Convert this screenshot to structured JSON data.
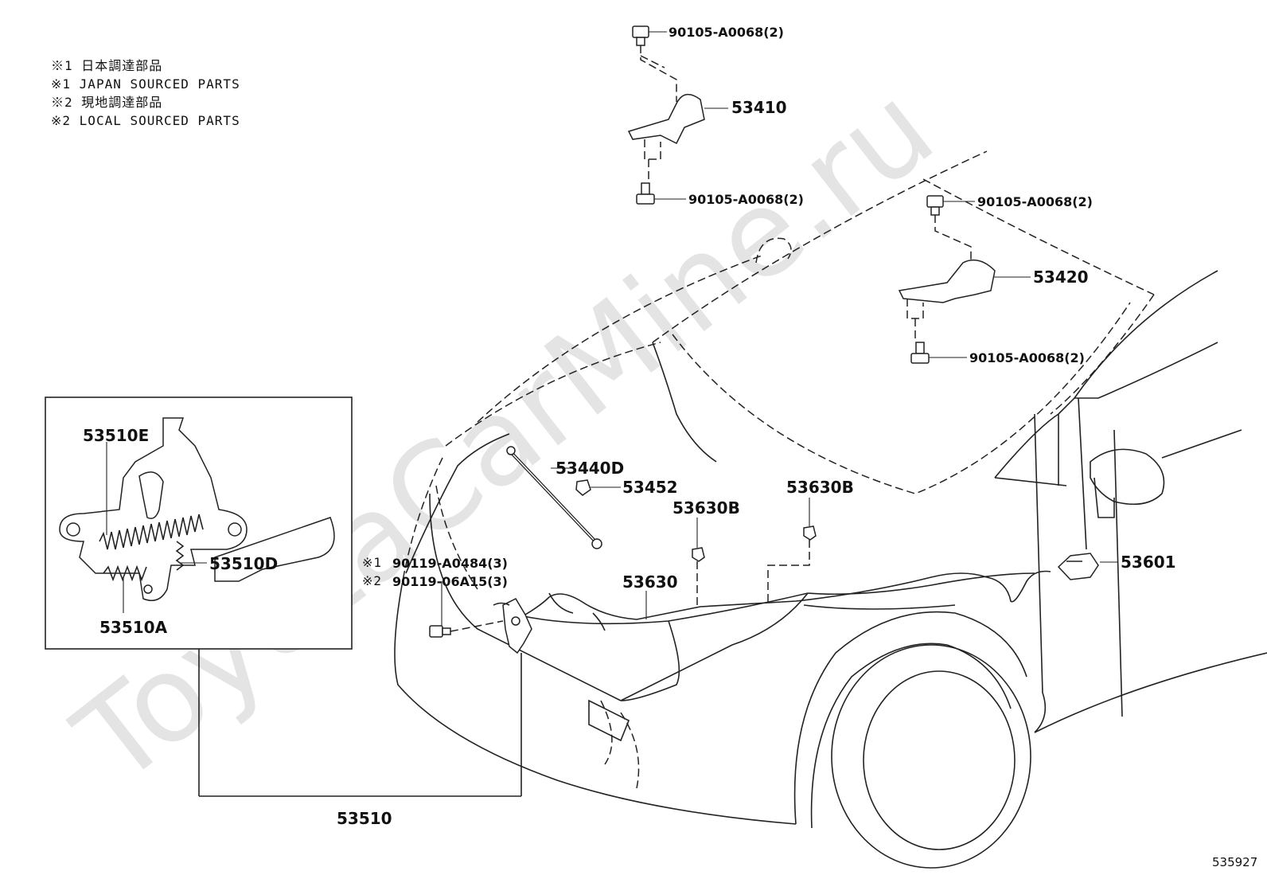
{
  "watermark": "ToyotaCarMine.ru",
  "notes": [
    "※1 日本調達部品",
    "※1 JAPAN SOURCED PARTS",
    "※2 現地調達部品",
    "※2 LOCAL SOURCED PARTS"
  ],
  "callouts": {
    "bolt_53410_top": "90105-A0068(2)",
    "bolt_53410_bottom": "90105-A0068(2)",
    "hinge_left": "53410",
    "bolt_53420_top": "90105-A0068(2)",
    "hinge_right": "53420",
    "bolt_53420_bottom": "90105-A0068(2)",
    "support_rod": "53440D",
    "rod_holder": "53452",
    "clamp_left": "53630B",
    "clamp_right": "53630B",
    "release_cable": "53630",
    "release_handle": "53601",
    "lock_bolt_1_mark": "※1",
    "lock_bolt_1": "90119-A0484(3)",
    "lock_bolt_2_mark": "※2",
    "lock_bolt_2": "90119-06A15(3)",
    "lock_assy": "53510",
    "lock_spring_e": "53510E",
    "lock_spring_d": "53510D",
    "lock_spring_a": "53510A"
  },
  "figure_id": "535927"
}
